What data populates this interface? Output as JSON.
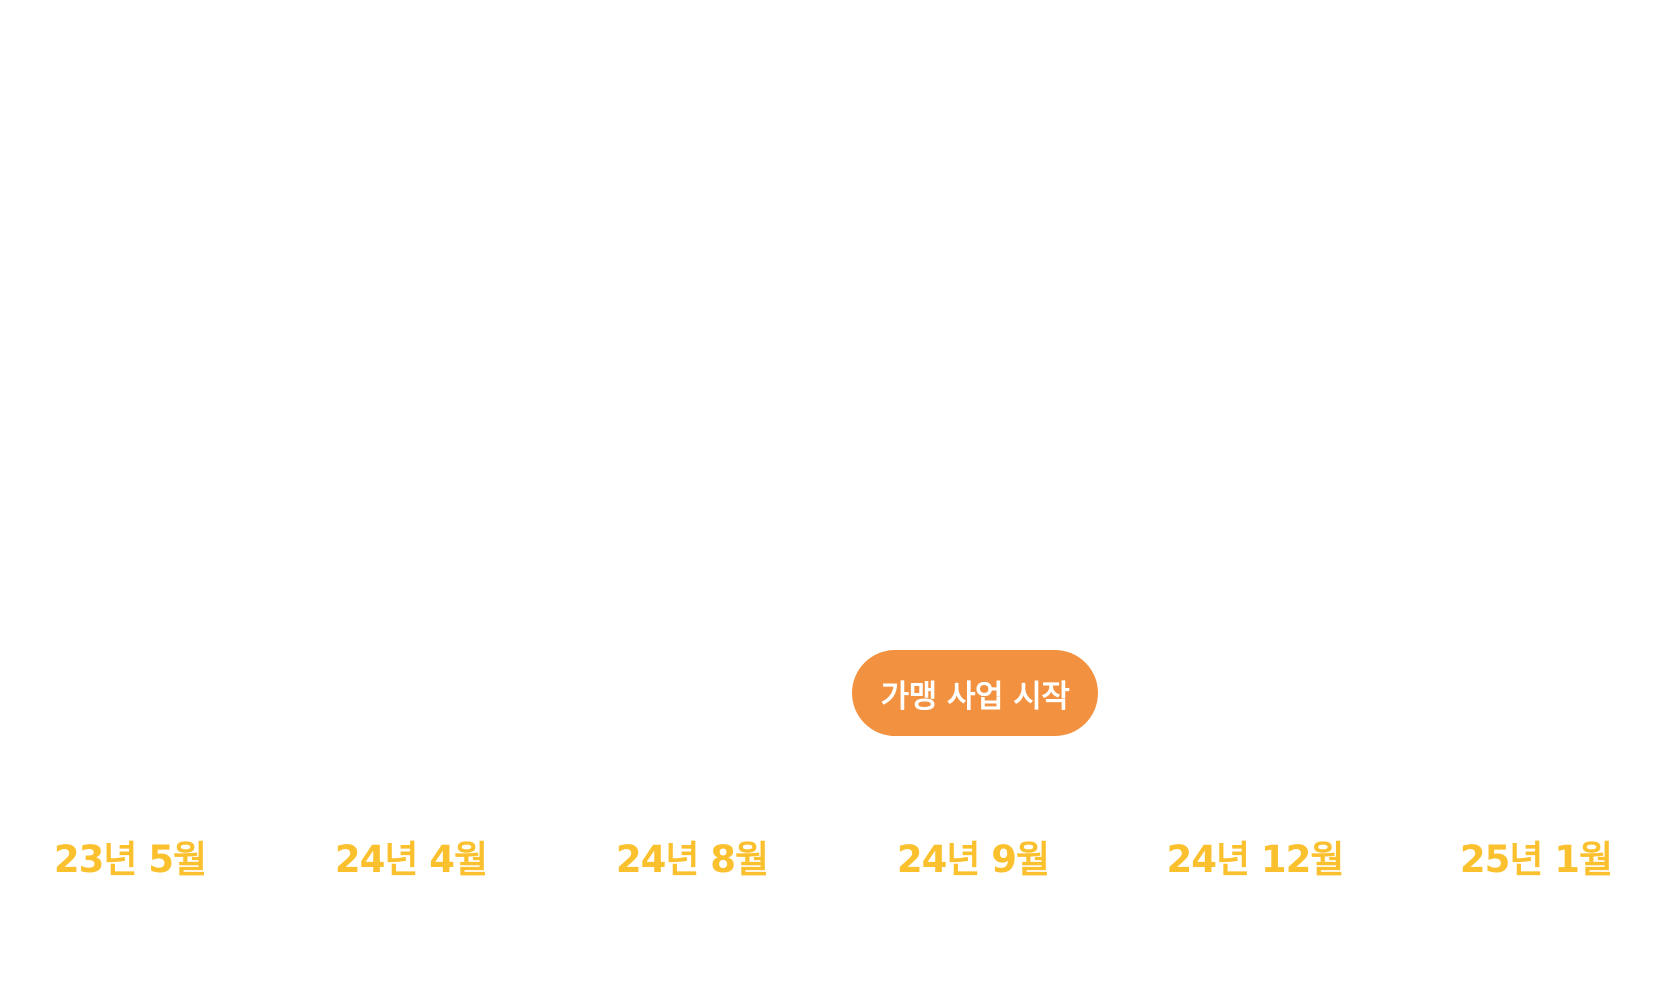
{
  "timeline": {
    "milestone": {
      "label": "가맹 사업 시작",
      "color": "#f2913f",
      "text_color": "#ffffff"
    },
    "date_color": "#fbc02d",
    "dates": [
      "23년 5월",
      "24년 4월",
      "24년 8월",
      "24년 9월",
      "24년 12월",
      "25년 1월"
    ]
  }
}
